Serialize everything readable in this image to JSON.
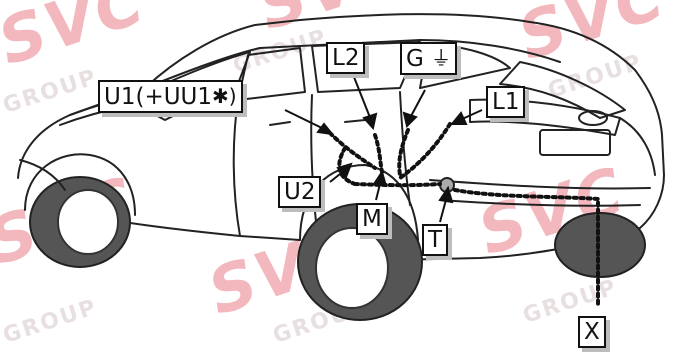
{
  "labels": {
    "u1": "U1(+UU1",
    "u1_suffix": "✱)",
    "l2": "L2",
    "g": "G",
    "ground_symbol": "⏚",
    "l1": "L1",
    "u2": "U2",
    "m": "M",
    "t": "T",
    "x": "X"
  },
  "watermark": {
    "brand": "SVC",
    "group": "GROUP"
  }
}
